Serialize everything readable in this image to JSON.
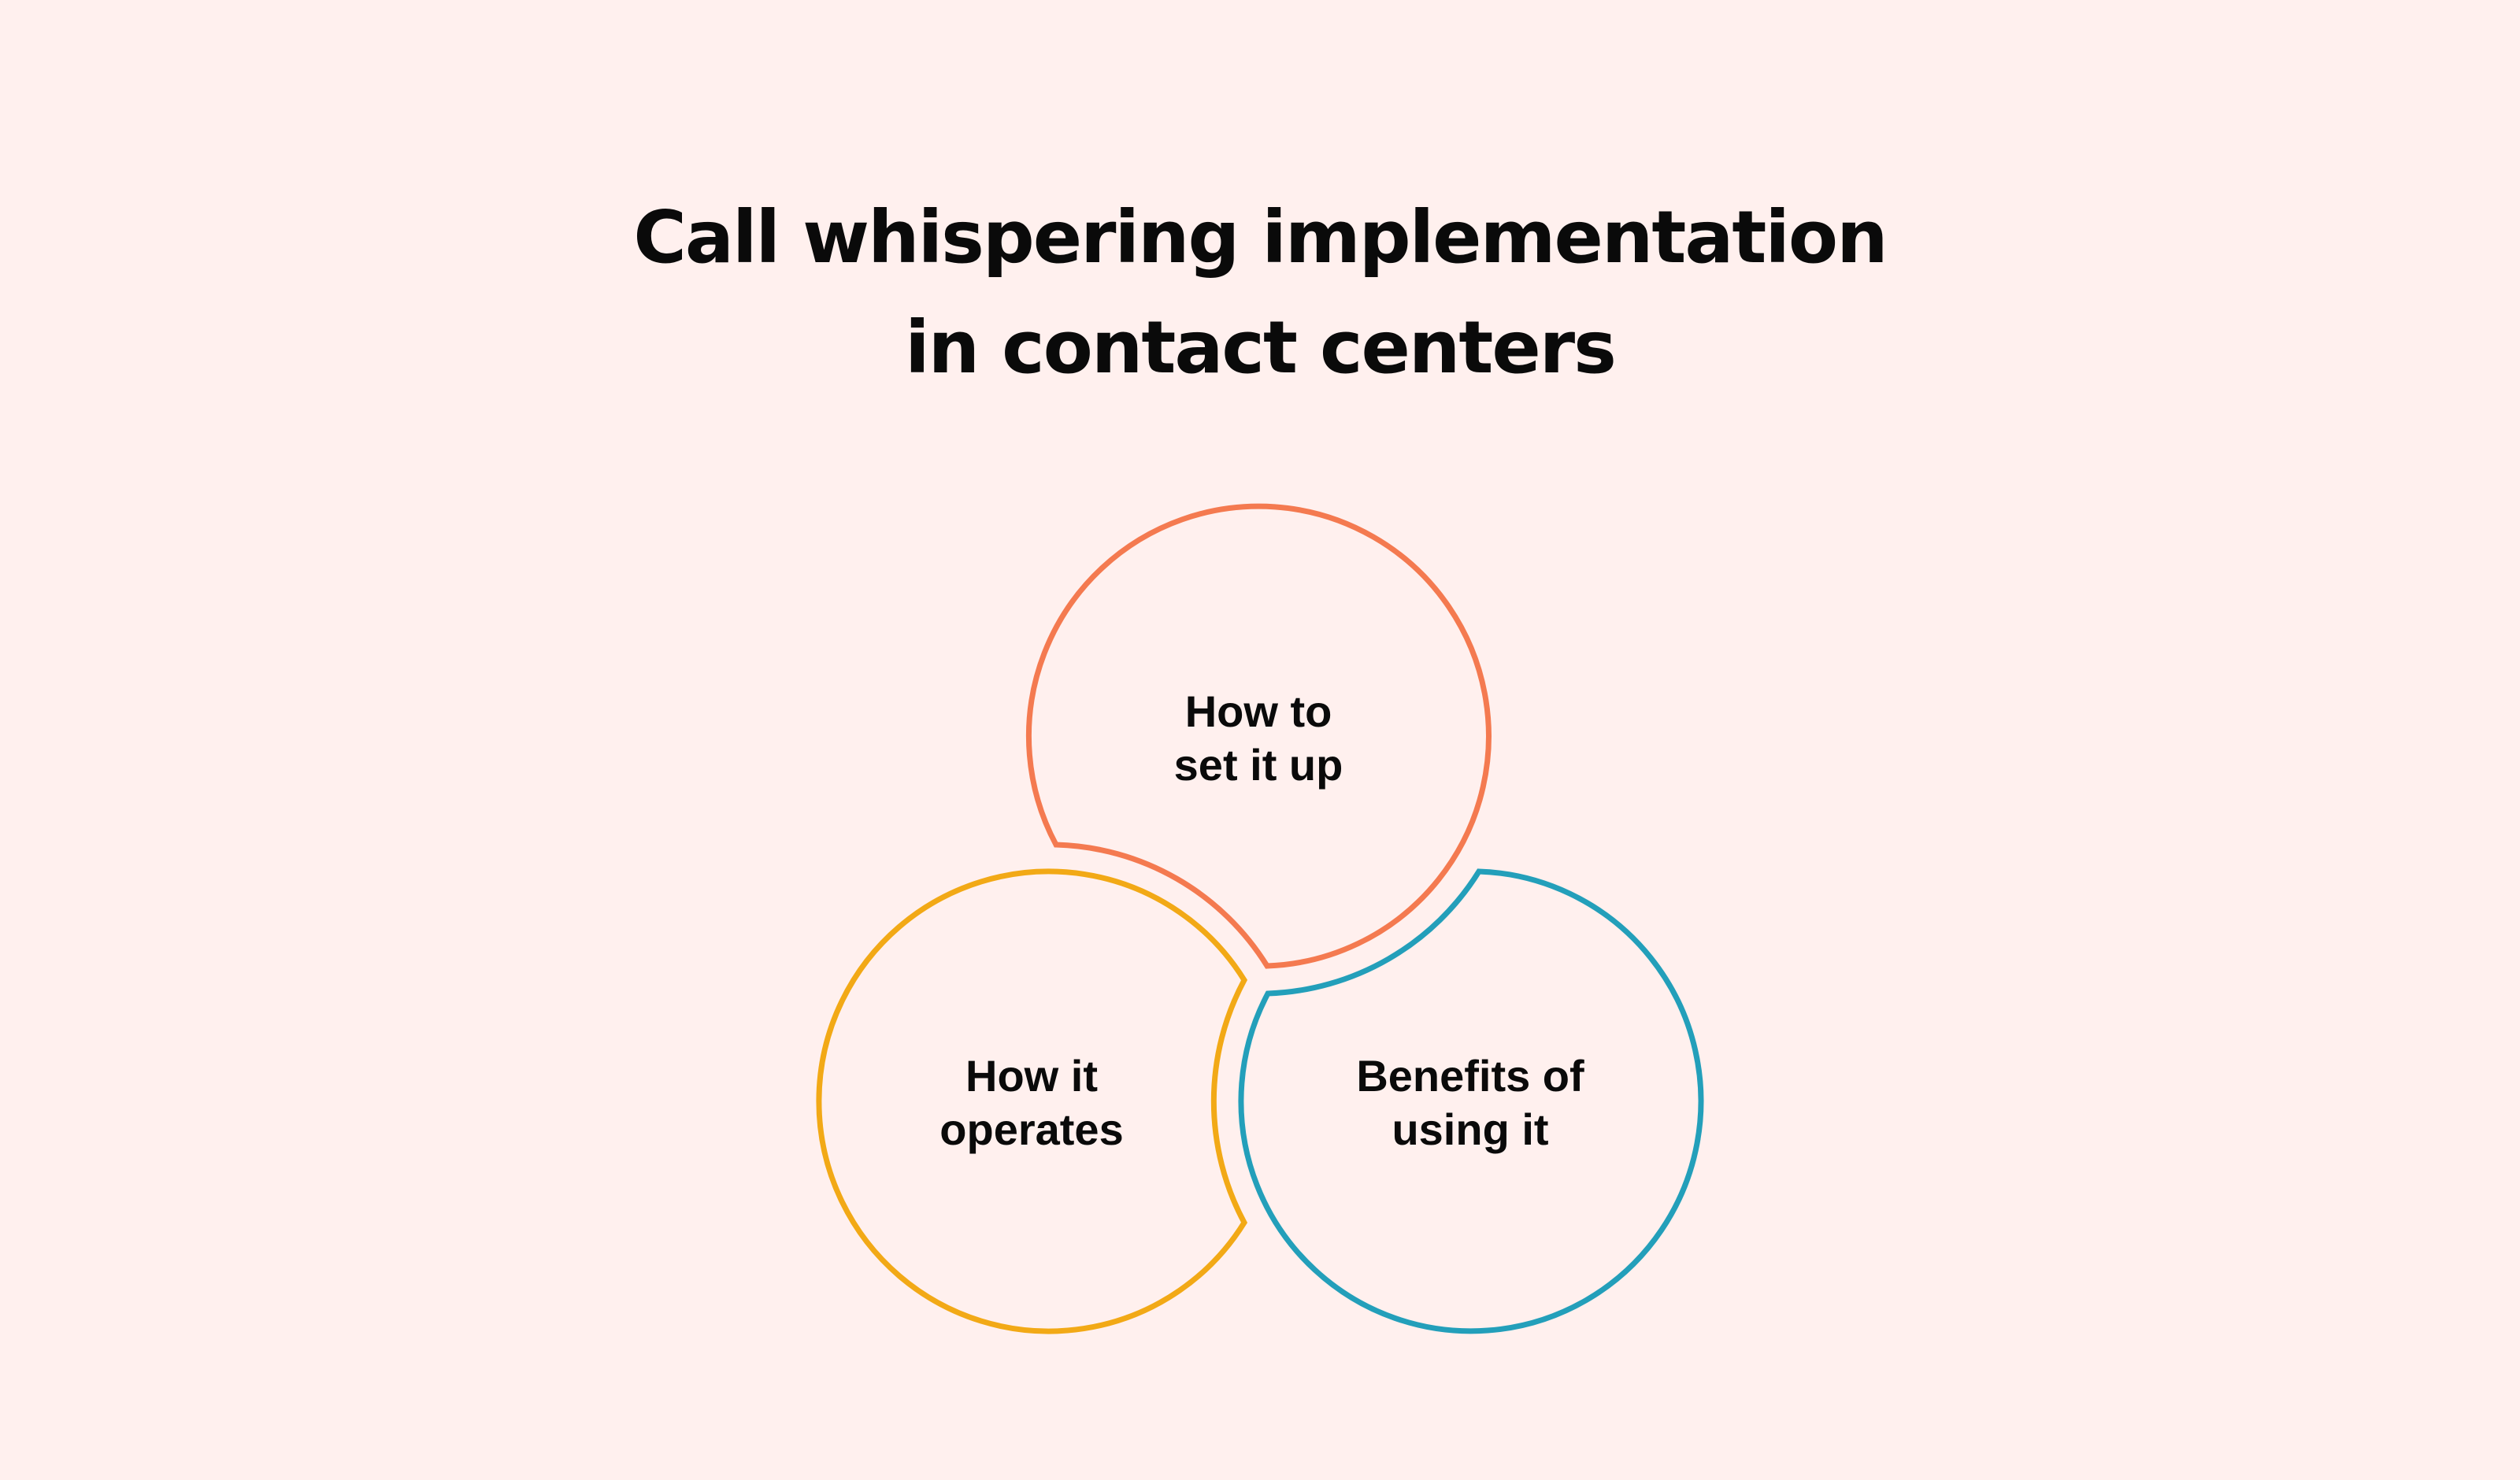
{
  "title": {
    "line1": "Call whispering implementation",
    "line2": "in contact centers"
  },
  "colors": {
    "background": "#FFF0EE",
    "orange": "#F47A50",
    "yellow": "#F2A916",
    "blue": "#239FBA",
    "text": "#0A0A0A"
  },
  "circles": [
    {
      "id": "setup",
      "color": "orange",
      "line1": "How to",
      "line2": "set it up"
    },
    {
      "id": "operates",
      "color": "yellow",
      "line1": "How it",
      "line2": "operates"
    },
    {
      "id": "benefits",
      "color": "blue",
      "line1": "Benefits of",
      "line2": "using it"
    }
  ]
}
